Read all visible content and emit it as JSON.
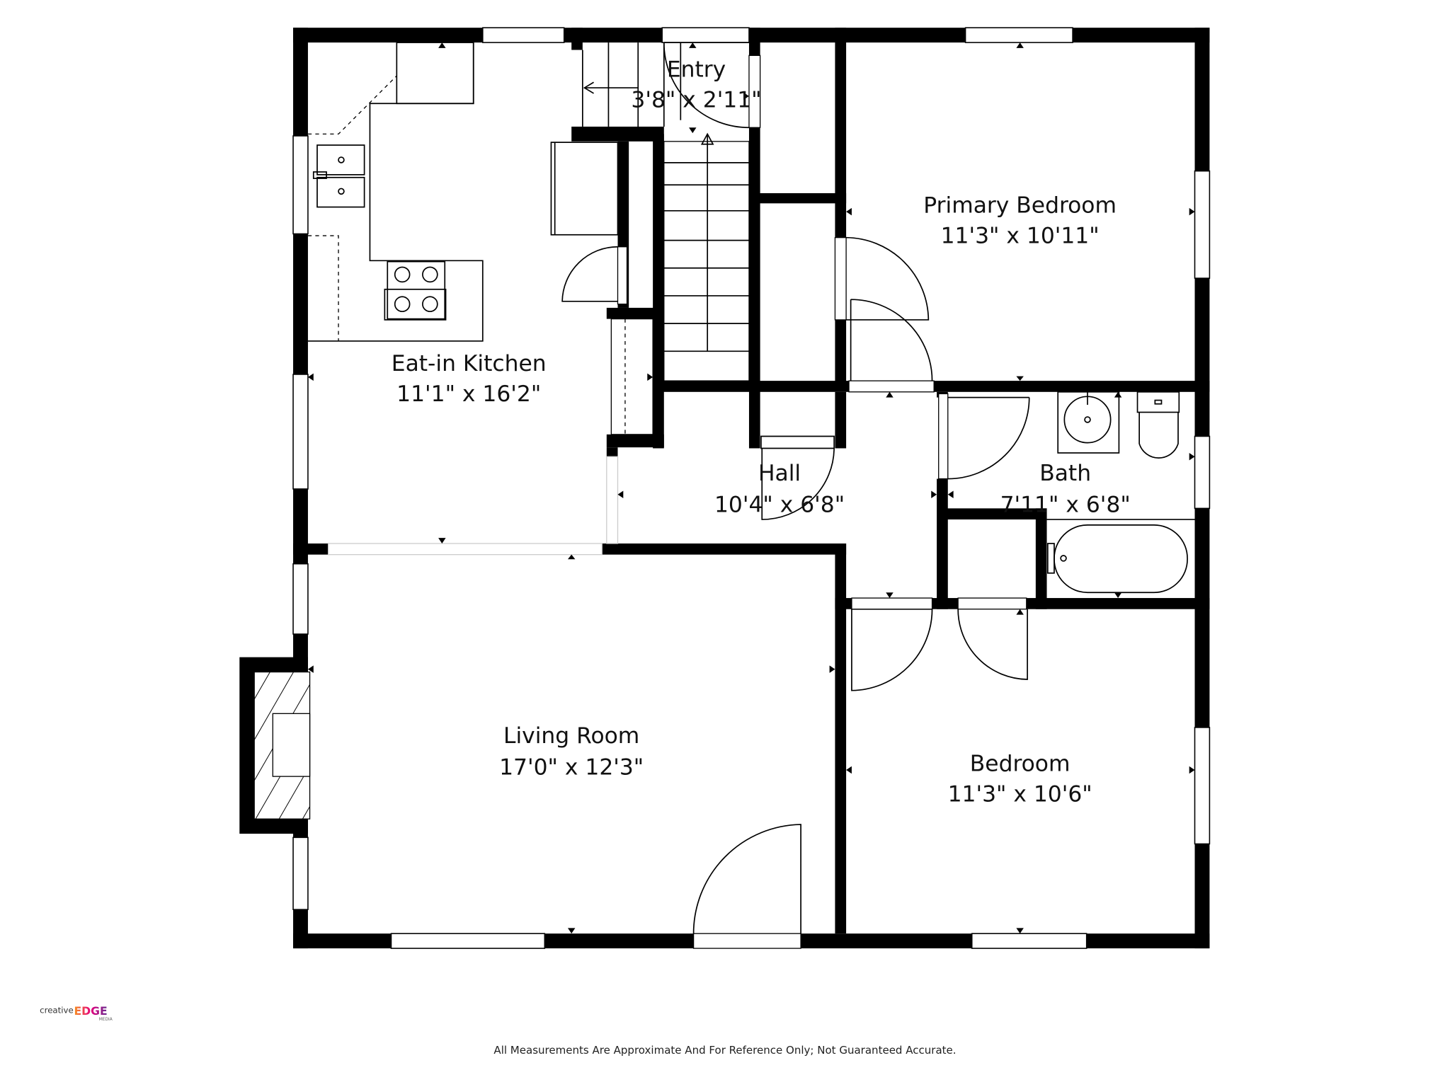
{
  "rooms": [
    {
      "name": "Entry",
      "size": "3'8\" x 2'11\""
    },
    {
      "name": "Primary Bedroom",
      "size": "11'3\" x 10'11\""
    },
    {
      "name": "Eat-in Kitchen",
      "size": "11'1\" x 16'2\""
    },
    {
      "name": "Hall",
      "size": "10'4\" x 6'8\""
    },
    {
      "name": "Bath",
      "size": "7'11\" x 6'8\""
    },
    {
      "name": "Living Room",
      "size": "17'0\" x 12'3\""
    },
    {
      "name": "Bedroom",
      "size": "11'3\" x 10'6\""
    }
  ],
  "logo": {
    "prefix": "creative",
    "brand": "EDGE",
    "sub": "MEDIA",
    "colors": [
      "#f7941d",
      "#e6007e",
      "#662d91"
    ]
  },
  "disclaimer": "All Measurements Are Approximate And For Reference Only; Not Guaranteed Accurate."
}
